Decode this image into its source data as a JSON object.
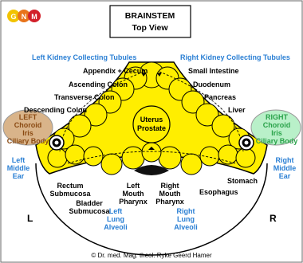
{
  "logo": {
    "letters": [
      "G",
      "N",
      "M"
    ],
    "colors": [
      "#f2c300",
      "#e8731a",
      "#d2202a"
    ]
  },
  "title": {
    "line1": "BRAINSTEM",
    "line2": "Top View"
  },
  "labels": {
    "left_kidney": "Left Kidney Collecting Tubules",
    "right_kidney": "Right Kidney Collecting Tubules",
    "appendix": "Appendix + Cecum",
    "small_intestine": "Small Intestine",
    "ascending_colon": "Ascending Colon",
    "duodenum": "Duodenum",
    "transverse_colon": "Transverse Colon",
    "pancreas": "Pancreas",
    "descending_colon": "Descending Colon",
    "liver": "Liver",
    "uterus": "Uterus",
    "prostate": "Prostate",
    "left_choroid": [
      "LEFT",
      "Choroid",
      "Iris",
      "Ciliary Body"
    ],
    "right_choroid": [
      "RIGHT",
      "Choroid",
      "Iris",
      "Ciliary Body"
    ],
    "left_middle_ear": [
      "Left",
      "Middle",
      "Ear"
    ],
    "right_middle_ear": [
      "Right",
      "Middle",
      "Ear"
    ],
    "rectum": [
      "Rectum",
      "Submucosa"
    ],
    "bladder": [
      "Bladder",
      "Submucosa"
    ],
    "left_mouth": [
      "Left",
      "Mouth",
      "Pharynx"
    ],
    "right_mouth": [
      "Right",
      "Mouth",
      "Pharynx"
    ],
    "stomach": "Stomach",
    "esophagus": "Esophagus",
    "left_lung": [
      "Left",
      "Lung",
      "Alveoli"
    ],
    "right_lung": [
      "Right",
      "Lung",
      "Alveoli"
    ],
    "side_l": "L",
    "side_r": "R"
  },
  "copyright": "© Dr. med. Mag. theol. Ryke Geerd Hamer",
  "colors": {
    "brainstem_fill": "#ffee00",
    "left_eye": "#d9b48a",
    "right_eye": "#b9f0c9",
    "label_blue": "#2a7fd4"
  }
}
